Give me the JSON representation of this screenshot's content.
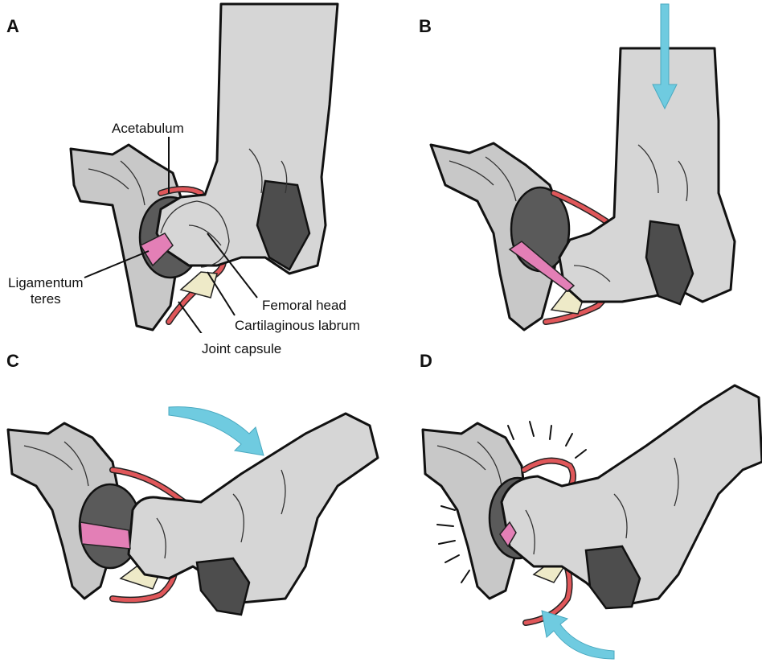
{
  "panels": {
    "a": {
      "letter": "A"
    },
    "b": {
      "letter": "B"
    },
    "c": {
      "letter": "C"
    },
    "d": {
      "letter": "D"
    }
  },
  "labels": {
    "acetabulum": "Acetabulum",
    "ligamentum_line1": "Ligamentum",
    "ligamentum_line2": "teres",
    "femoral_head": "Femoral head",
    "labrum": "Cartilaginous labrum",
    "capsule": "Joint capsule"
  },
  "colors": {
    "bone": "#c8c8c8",
    "socket": "#5a5a5a",
    "ligament": "#e37fb6",
    "labrum": "#eeeac8",
    "capsule": "#e0575a",
    "arrow": "#6fcbe0"
  },
  "icons": {
    "force_arrow_b": "down-arrow-icon",
    "rotation_arrow_c": "curved-arrow-icon",
    "force_arrow_d": "curved-arrow-icon",
    "impact_lines_d": "impact-burst-icon"
  }
}
